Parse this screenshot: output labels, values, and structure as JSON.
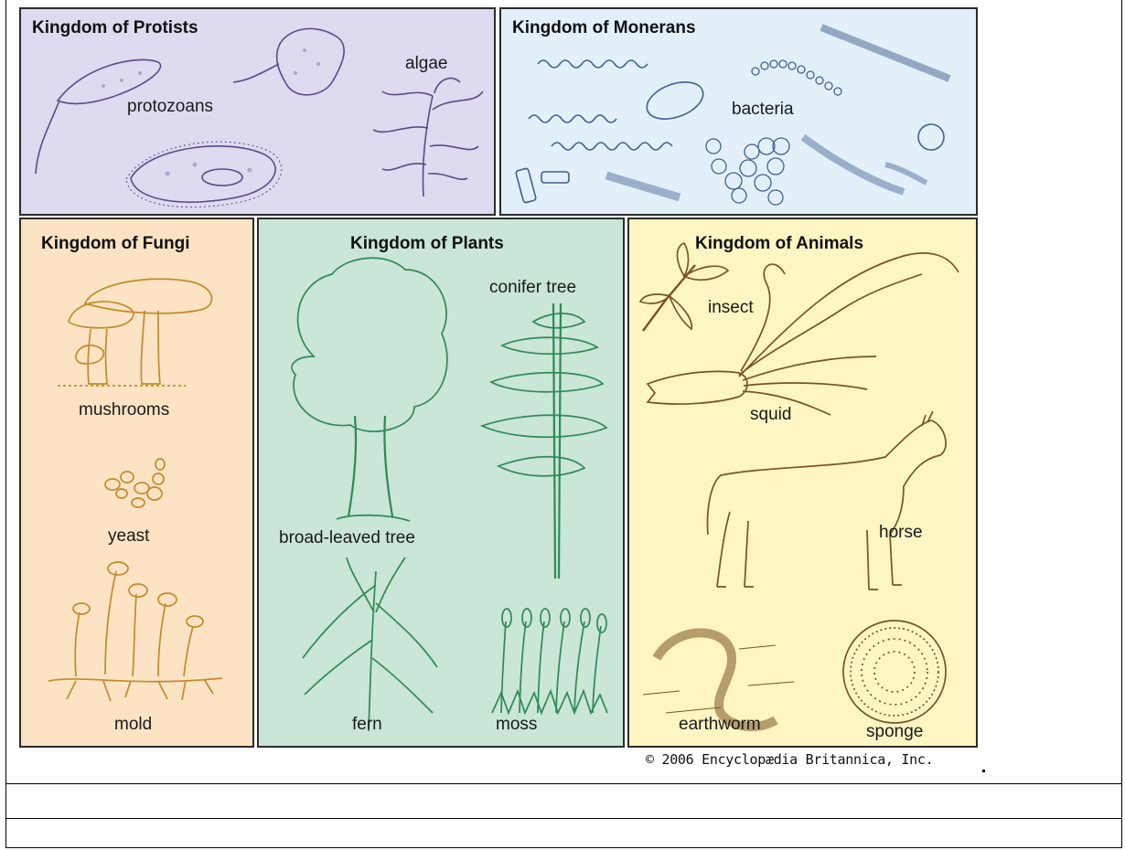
{
  "colors": {
    "protists_bg": "#dedaf0",
    "monerans_bg": "#e3f0fa",
    "fungi_bg": "#fbe3c3",
    "plants_bg": "#c9e6d6",
    "animals_bg": "#fdf5c2",
    "protists_ink": "#5b4a86",
    "monerans_ink": "#41608e",
    "fungi_ink": "#c58a2c",
    "plants_ink": "#2f8a55",
    "animals_ink": "#7a5326"
  },
  "panels": {
    "protists": {
      "title": "Kingdom of Protists",
      "labels": {
        "protozoans": "protozoans",
        "algae": "algae"
      }
    },
    "monerans": {
      "title": "Kingdom of Monerans",
      "labels": {
        "bacteria": "bacteria"
      }
    },
    "fungi": {
      "title": "Kingdom of Fungi",
      "labels": {
        "mushrooms": "mushrooms",
        "yeast": "yeast",
        "mold": "mold"
      }
    },
    "plants": {
      "title": "Kingdom of Plants",
      "labels": {
        "conifer": "conifer tree",
        "broadleaf": "broad-leaved tree",
        "fern": "fern",
        "moss": "moss"
      }
    },
    "animals": {
      "title": "Kingdom of Animals",
      "labels": {
        "insect": "insect",
        "squid": "squid",
        "horse": "horse",
        "earthworm": "earthworm",
        "sponge": "sponge"
      }
    }
  },
  "copyright": "© 2006 Encyclopædia Britannica, Inc."
}
